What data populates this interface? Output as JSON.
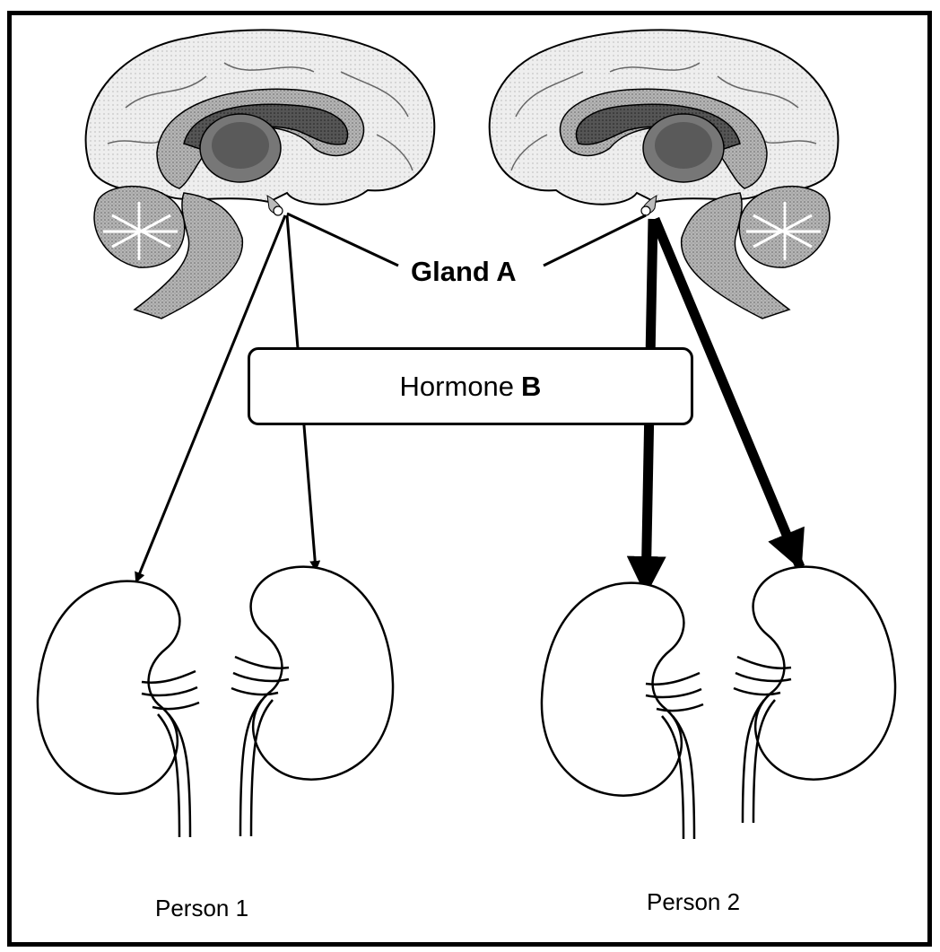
{
  "diagram": {
    "gland_label": "Gland A",
    "hormone_label_prefix": "Hormone",
    "hormone_label_letter": "B",
    "person_1_label": "Person 1",
    "person_2_label": "Person 2"
  },
  "colors": {
    "outline": "#000000",
    "brain_tissue_gray": "#a8a8a8",
    "brain_dark": "#2a2a2a",
    "background": "#ffffff"
  }
}
